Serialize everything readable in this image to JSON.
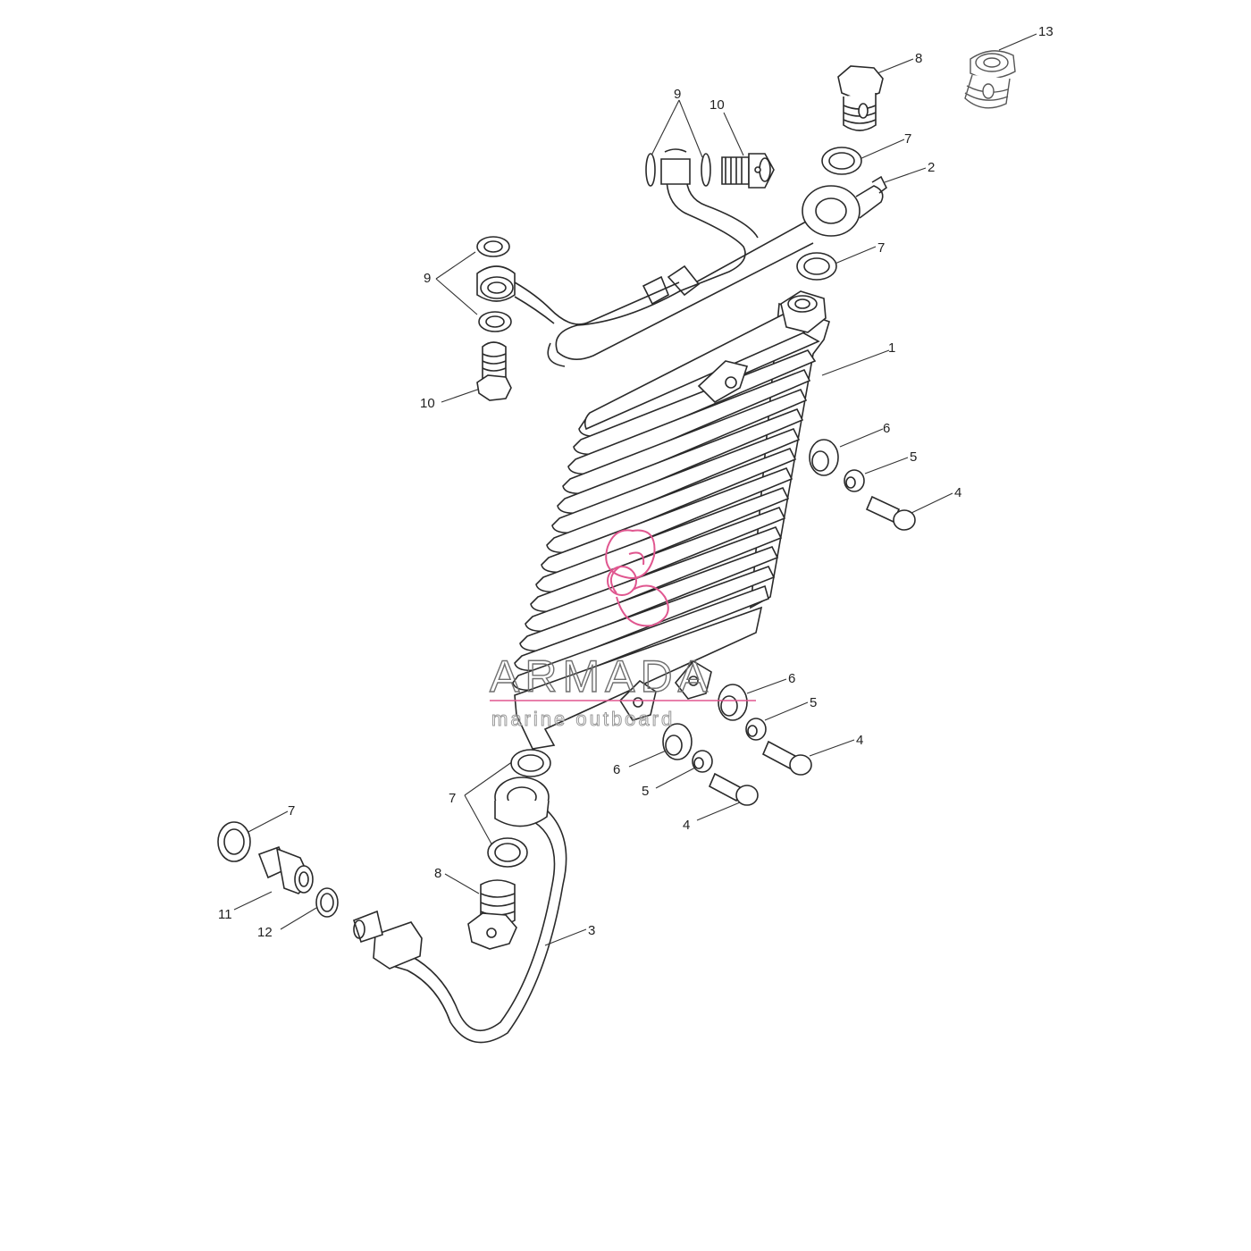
{
  "callouts": [
    {
      "id": "c1",
      "text": "1"
    },
    {
      "id": "c2",
      "text": "2"
    },
    {
      "id": "c3",
      "text": "3"
    },
    {
      "id": "c4a",
      "text": "4"
    },
    {
      "id": "c4b",
      "text": "4"
    },
    {
      "id": "c4c",
      "text": "4"
    },
    {
      "id": "c5a",
      "text": "5"
    },
    {
      "id": "c5b",
      "text": "5"
    },
    {
      "id": "c5c",
      "text": "5"
    },
    {
      "id": "c6a",
      "text": "6"
    },
    {
      "id": "c6b",
      "text": "6"
    },
    {
      "id": "c6c",
      "text": "6"
    },
    {
      "id": "c7a",
      "text": "7"
    },
    {
      "id": "c7b",
      "text": "7"
    },
    {
      "id": "c7c",
      "text": "7"
    },
    {
      "id": "c7d",
      "text": "7"
    },
    {
      "id": "c8a",
      "text": "8"
    },
    {
      "id": "c8b",
      "text": "8"
    },
    {
      "id": "c9a",
      "text": "9"
    },
    {
      "id": "c9b",
      "text": "9"
    },
    {
      "id": "c10a",
      "text": "10"
    },
    {
      "id": "c10b",
      "text": "10"
    },
    {
      "id": "c11",
      "text": "11"
    },
    {
      "id": "c12",
      "text": "12"
    },
    {
      "id": "c13",
      "text": "13"
    }
  ],
  "watermark": {
    "main": "ARMADA",
    "sub": "marine outboard",
    "accent_color": "#e0568f"
  },
  "colors": {
    "line": "#2a2a2a",
    "label": "#222222"
  }
}
